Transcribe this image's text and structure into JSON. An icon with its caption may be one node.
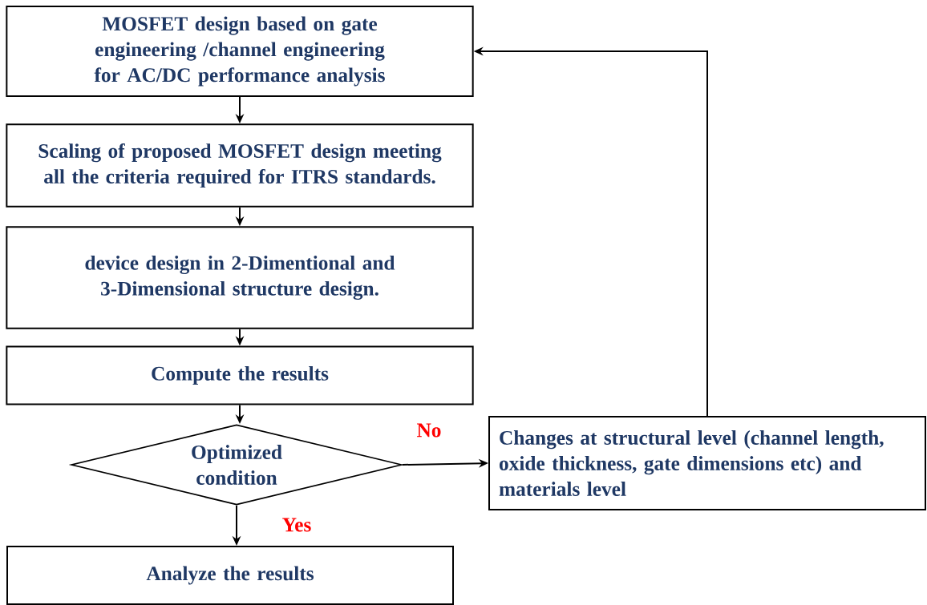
{
  "diagram": {
    "nodes": [
      {
        "text": [
          "MOSFET design based on gate engineering /channel engineering for AC/DC performance analysis"
        ]
      },
      {
        "text": [
          "Scaling of proposed MOSFET design meeting all the criteria required for ITRS standards."
        ]
      },
      {
        "text": [
          "device design in 2-Dimentional and 3-Dimensional structure design."
        ]
      },
      {
        "text": [
          "Compute the results"
        ]
      },
      {
        "text": [
          "Optimized condition"
        ]
      },
      {
        "text": [
          "Changes at structural level (channel length, oxide thickness, gate dimensions etc) and materials level"
        ]
      },
      {
        "text": [
          "Analyze the results"
        ]
      }
    ],
    "edges": [
      {
        "from": 0,
        "to": 1,
        "arrow": "to"
      },
      {
        "from": 1,
        "to": 2,
        "arrow": "to"
      },
      {
        "from": 2,
        "to": 3,
        "arrow": "to"
      },
      {
        "from": 3,
        "to": 4,
        "arrow": "to"
      },
      {
        "from": 4,
        "to": 5,
        "arrow": "to",
        "label": "No"
      },
      {
        "from": 4,
        "to": 6,
        "arrow": "to",
        "label": "Yes"
      },
      {
        "from": 5,
        "to": 0,
        "arrow": "to"
      }
    ]
  }
}
